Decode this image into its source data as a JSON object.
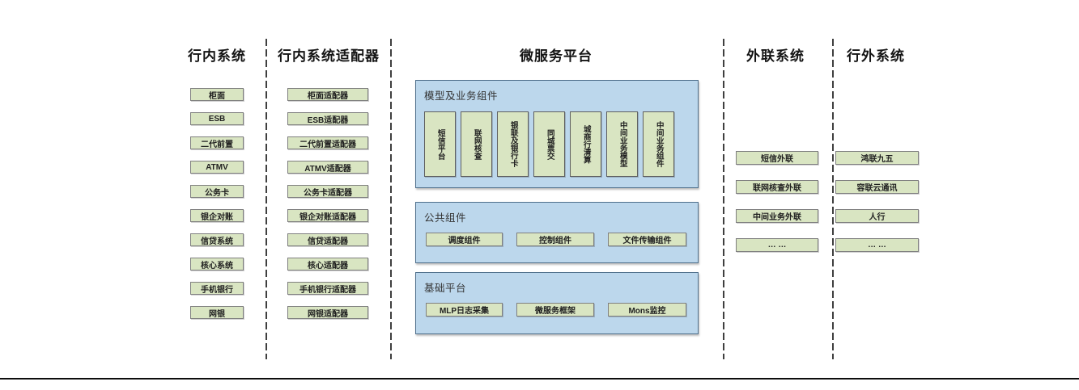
{
  "diagram": {
    "lanes": [
      {
        "title": "行内系统",
        "boxes": [
          "柜面",
          "ESB",
          "二代前置",
          "ATMV",
          "公务卡",
          "银企对账",
          "信贷系统",
          "核心系统",
          "手机银行",
          "网银"
        ]
      },
      {
        "title": "行内系统适配器",
        "boxes": [
          "柜面适配器",
          "ESB适配器",
          "二代前置适配器",
          "ATMV适配器",
          "公务卡适配器",
          "银企对账适配器",
          "信贷适配器",
          "核心适配器",
          "手机银行适配器",
          "网银适配器"
        ]
      },
      {
        "title": "微服务平台"
      },
      {
        "title": "外联系统",
        "boxes": [
          "短信外联",
          "联网核查外联",
          "中间业务外联",
          "… …"
        ]
      },
      {
        "title": "行外系统",
        "boxes": [
          "鸿联九五",
          "容联云通讯",
          "人行",
          "… …"
        ]
      }
    ],
    "platform": {
      "panels": [
        {
          "label": "模型及业务组件",
          "boxes": [
            "短信平台",
            "联网核查",
            "银联及银行卡",
            "同城票交",
            "城商行清算",
            "中间业务模型",
            "中间业务组件"
          ]
        },
        {
          "label": "公共组件",
          "boxes": [
            "调度组件",
            "控制组件",
            "文件传输组件"
          ]
        },
        {
          "label": "基础平台",
          "boxes": [
            "MLP日志采集",
            "微服务框架",
            "Mons监控"
          ]
        }
      ]
    }
  },
  "colors": {
    "green_fill": "#d9e5c2",
    "green_border": "#7f7f7f",
    "panel_fill": "#bcd7ec",
    "panel_border": "#50708c",
    "dash_color": "#3f3f3f",
    "rule_color": "#0d0d0d",
    "text_dark": "#1f1f1f"
  }
}
